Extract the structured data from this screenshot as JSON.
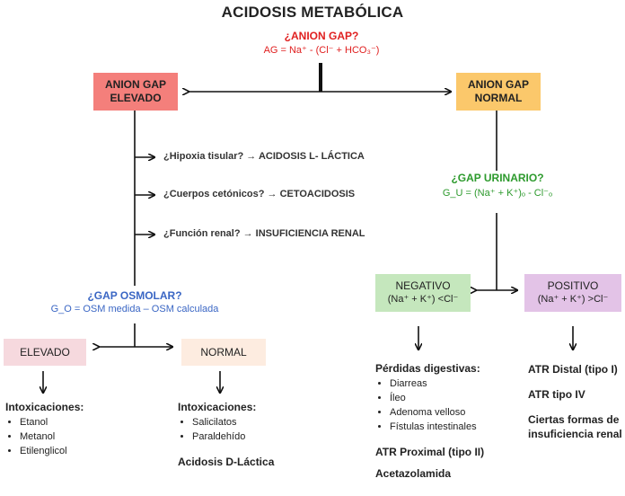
{
  "title": "ACIDOSIS METABÓLICA",
  "anion_gap": {
    "question": "¿ANION GAP?",
    "formula": "AG = Na⁺ - (Cl⁻ + HCO₃⁻)"
  },
  "box_elevado": "ANION GAP ELEVADO",
  "box_normal": "ANION GAP NORMAL",
  "elevado_questions": [
    "¿Hipoxia tisular? → ACIDOSIS L- LÁCTICA",
    "¿Cuerpos cetónicos? → CETOACIDOSIS",
    "¿Función renal? → INSUFICIENCIA RENAL"
  ],
  "gap_urinario": {
    "question": "¿GAP URINARIO?",
    "formula": "G_U = (Na⁺ + K⁺)ₒ - Cl⁻ₒ"
  },
  "gap_osmolar": {
    "question": "¿GAP OSMOLAR?",
    "formula": "G_O = OSM medida – OSM calculada"
  },
  "osm_elevado": "ELEVADO",
  "osm_normal": "NORMAL",
  "negativo": {
    "label": "NEGATIVO",
    "sub": "(Na⁺ + K⁺) <Cl⁻"
  },
  "positivo": {
    "label": "POSITIVO",
    "sub": "(Na⁺ + K⁺) >Cl⁻"
  },
  "intox_elevado": {
    "title": "Intoxicaciones:",
    "items": [
      "Etanol",
      "Metanol",
      "Etilenglicol"
    ]
  },
  "intox_normal": {
    "title": "Intoxicaciones:",
    "items": [
      "Salicilatos",
      "Paraldehído"
    ],
    "extra": "Acidosis D-Láctica"
  },
  "negativo_results": {
    "title": "Pérdidas digestivas:",
    "items": [
      "Diarreas",
      "Íleo",
      "Adenoma velloso",
      "Fístulas intestinales"
    ],
    "extra1": "ATR Proximal (tipo II)",
    "extra2": "Acetazolamida"
  },
  "positivo_results": {
    "line1": "ATR Distal (tipo I)",
    "line2": "ATR tipo IV",
    "line3": "Ciertas formas de insuficiencia renal"
  }
}
